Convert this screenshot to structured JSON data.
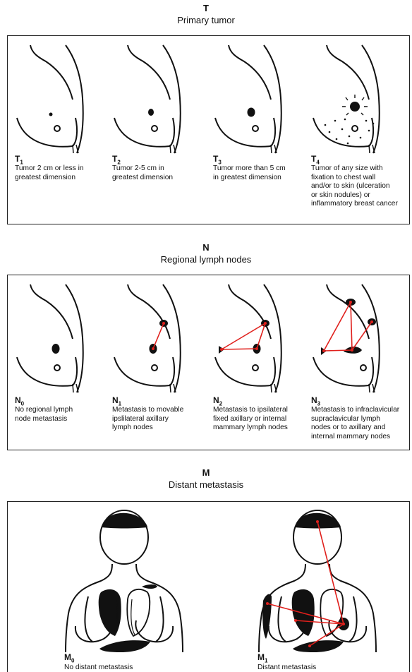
{
  "t_section": {
    "letter": "T",
    "title": "Primary tumor",
    "stages": [
      {
        "code": "T",
        "sub": "1",
        "lines": [
          "Tumor 2 cm or less in",
          "greatest dimension"
        ]
      },
      {
        "code": "T",
        "sub": "2",
        "lines": [
          "Tumor 2-5 cm in",
          "greatest dimension"
        ]
      },
      {
        "code": "T",
        "sub": "3",
        "lines": [
          "Tumor more than 5 cm",
          "in greatest dimension"
        ]
      },
      {
        "code": "T",
        "sub": "4",
        "lines": [
          "Tumor of any size with",
          "fixation to chest wall",
          "and/or to skin (ulceration",
          "or skin nodules) or",
          "inflammatory breast cancer"
        ]
      }
    ]
  },
  "n_section": {
    "letter": "N",
    "title": "Regional lymph nodes",
    "stages": [
      {
        "code": "N",
        "sub": "0",
        "lines": [
          "No regional lymph",
          "node metastasis"
        ]
      },
      {
        "code": "N",
        "sub": "1",
        "lines": [
          "Metastasis to movable",
          "ipslilateral axillary",
          "lymph nodes"
        ]
      },
      {
        "code": "N",
        "sub": "2",
        "lines": [
          "Metastasis to ipsilateral",
          "fixed axillary or internal",
          "mammary lymph nodes"
        ]
      },
      {
        "code": "N",
        "sub": "3",
        "lines": [
          "Metastasis to infraclavicular",
          "supraclavicular lymph",
          "nodes or to axillary and",
          "internal mammary nodes"
        ]
      }
    ]
  },
  "m_section": {
    "letter": "M",
    "title": "Distant metastasis",
    "stages": [
      {
        "code": "M",
        "sub": "0",
        "lines": [
          "No distant metastasis"
        ]
      },
      {
        "code": "M",
        "sub": "1",
        "lines": [
          "Distant metastasis"
        ]
      }
    ]
  },
  "colors": {
    "ink": "#111111",
    "metastasis_line": "#e0201c",
    "border": "#222222"
  }
}
